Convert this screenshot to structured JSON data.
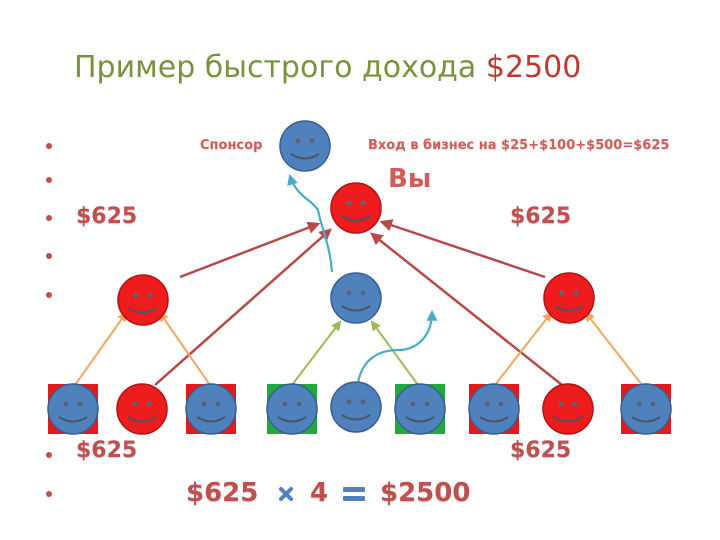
{
  "title": {
    "main": "Пример быстрого дохода",
    "amount": "$2500"
  },
  "sponsor_label": "Спонсор",
  "entry_label": "Вход в бизнес на $25+$100+$500=$625",
  "you_label": "Вы",
  "amounts": {
    "left_top": "$625",
    "right_top": "$625",
    "left_bottom": "$625",
    "right_bottom": "$625"
  },
  "equation": {
    "value": "$625",
    "factor": "4",
    "result": "$2500"
  },
  "colors": {
    "title": "#77933c",
    "accent": "#c0504d",
    "red_face": "#ee1c1c",
    "blue_face": "#4f81bd",
    "red_square": "#e31a1a",
    "green_square": "#1faa3c",
    "red_arrow": "#b54a47",
    "orange_arrow": "#f0a860",
    "green_arrow": "#9bbb59",
    "teal_arrow": "#4bacc6"
  }
}
